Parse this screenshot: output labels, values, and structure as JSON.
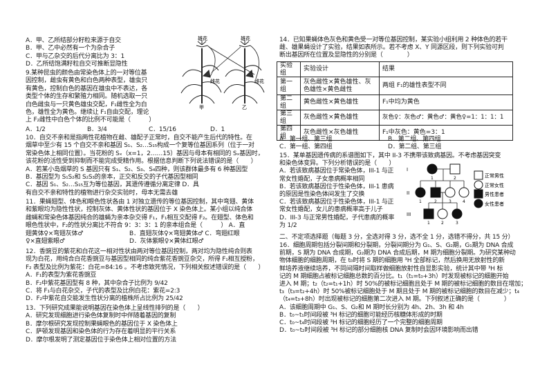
{
  "left": {
    "q8_options": {
      "lines": [
        "A．甲、乙所结部分籽粒来源于自交",
        "B．甲、乙中必然有一个为杂合子",
        "C．甲与乙杂交的后代分离比为 3：1",
        "D．乙所结饱满籽粒自交可推断显隐性"
      ]
    },
    "q9": {
      "lines": [
        "9.某种昆虫的颜色由常染色体上的一对等位基",
        "因控制，雌虫有黄色和白色两种表型，雄虫只",
        "有黄色，控制白色的基因在雄虫中不表达，各",
        "类型个体的生存和繁殖力相同。随机选取一只",
        "白色雌虫与一只黄色雄虫交配，F₁雌性全为白",
        "色，雄性全为黄色。继续让 F₁自由交配，理论",
        "上 F₂雌性中白色个体的比例不可能是（　　　）"
      ]
    },
    "q9_options": {
      "lines": [
        [
          "A．1/2",
          "B．3/4",
          "C．15/16",
          "D．1"
        ]
      ]
    },
    "figure": {
      "male_flower": "雄花",
      "female_flower": "雌花",
      "plant_a": "甲",
      "plant_b": "乙"
    },
    "q10": {
      "lines": [
        "10．自交不亲和是指两性花植物在雌、雄配子正常时，自交不能产生后代的特性。在",
        "烟草中至少有 15 个自交不亲和基因 S₁、S₂…S₁₅构成一个复等位基因系列（位于一对",
        "常染色体上相同位置）。当花粉的 Sₓ（x=1，2……15）基因与母本有相同的 Sₓ基因时，",
        "该花粉的活性受到抑制而不能完成受精作用。根据信息判断下列说法错误的是（　　）",
        "A．若某小岛烟草的 S 基因只有 S₁、S₂、S₃、S₄四种，则该群体最多有 6 种基因型",
        "B．基因型为 S₁S₂和 S₂S₃的亲本，正交和反交的子代基因型相同",
        "C．基因 S₁、S₂…S₁₅互为等位基因，其遗传遵循分离定律 D．具",
        "有自交不亲和特性的植物进行杂交实验时，母本无需去雄"
      ]
    },
    "q11": {
      "lines": [
        "11．果蝇翅型、体色和眼色性状各由 1 对独立遗传的等位基因控制，其中弯翅、黄体",
        "和紫眼均为隐性性状，控制灰体、黄体性状的基因位于 X 染色体上。某小组以纯合体",
        "雌蝇和常染色体基因纯合的雄蝇为亲本杂交得 F₁，F₁相互交配得 F₂。在翅型、体色和",
        "眼色性状中，F₂的性状分离比不符合 9：3：3：1 的亲本组合是（　　　） A．直",
        [
          "翅黄体♀×弯翅灰体♂",
          "B．直翅灰体♀×弯翅黄体♂ C．弯翅红眼"
        ],
        [
          "♀×直翅紫眼♂",
          "D．灰体紫眼♀×黄体红眼♂"
        ]
      ]
    },
    "q12": {
      "lines": [
        "12．香豌豆的紫花和白花这一相对性状由两对等位基因控制，两对均为隐性纯合则表",
        "现为白花，用纯合白花香豌豆与基因型相同的纯合紫花香豌豆杂交，所得 F₁相互授粉，",
        "F₂ 表型及比例为紫花：白花=84:16 。不考虑致死情况，下列相关叙述错误的是（　　）",
        "A．F₁的表型为紫花香豌豆",
        "B．F₂中紫花基因型有 8 种，其中杂合子比例为 9/42",
        "C．将 F₁与白花杂交，子代的表型及比例白花：紫花=2:3",
        "D．F₂中紫花自交能发生性状分离的植株所占比例为 25/42"
      ]
    },
    "q13": {
      "lines": [
        "13．下列研究成果能说明基因在染色体上呈线性排列的是（　　）",
        "A．研究发现细胞进行染色体复制时中伴随着基因的复制",
        "B．摩尔根研究发现控制果蝇眼色的基因位于 X 染色体上",
        "C．萨顿发现基因和染色体的行为存在着明显的平行关系",
        "D．摩尔根发明了测定基因位于染色体上相对位置的方法"
      ]
    }
  },
  "right": {
    "q14": {
      "lines": [
        "14．已知果蝇体色灰色和黄色受一对等位基因控制，某实验小组利用 2 种体色的若干",
        "雌、雄果蝇设计了实验，结果如表所示。若不考虑 X、Y 同源区段，则下列实验可判",
        "断出基因所在位置及显隐性的分别是（　　　　）"
      ]
    },
    "table": {
      "headers": [
        "实验组",
        "实验设计",
        "结果"
      ],
      "rows": [
        [
          "第一组",
          "灰色雌性×黄色雄性、灰色雄性×黄色雌性",
          "两组 F₁的雄性表型不同"
        ],
        [
          "第二组",
          "黄色雌性×黄色雄性",
          "F₁中均为黄色"
        ],
        [
          "第三组",
          "灰色雌性×黄色雄性",
          "灰色♀：灰色♂：黄色♂：黄色♀=1：1：1：1"
        ],
        [
          "第四组",
          "灰色雌性×灰色雄性",
          "F₁中灰色：黄色=3：1"
        ]
      ]
    },
    "q14_options": {
      "lines": [
        [
          "A．第一组、第三组",
          "B．第二组、第四组"
        ],
        [
          "C．第一组、第四组",
          "D．第二组、第三组"
        ]
      ]
    },
    "q15": {
      "lines": [
        "15．某单基因遗传病的系谱图如下，其中 II-3 不携带该致病基因。不考虑基因突变",
        "和染色体变异。下列分析错误的是（　　）",
        "A．若该致病基因位于常染色体，III-1 与正",
        "常女性婚配，子女患病概率相同",
        "B．若该致病基因位于性染色体，III-1 患病",
        "的原因是性染色体间发生了交换",
        "C．若该致病基因位于性染色体，III-1 与正",
        "常女性婚配，女儿的患病概率高于儿子",
        "D．III-3 与正常男性婚配，子代患病的概率",
        "为 1/2"
      ]
    },
    "pedigree": {
      "generations": [
        "I",
        "II",
        "III"
      ],
      "individuals": [
        {
          "gen": "I",
          "num": "1",
          "sex": "female",
          "affected": true
        },
        {
          "gen": "I",
          "num": "2",
          "sex": "male",
          "affected": false
        },
        {
          "gen": "II",
          "num": "1",
          "sex": "female",
          "affected": true
        },
        {
          "gen": "II",
          "num": "2",
          "sex": "male",
          "affected": true
        },
        {
          "gen": "II",
          "num": "3",
          "sex": "female",
          "affected": false
        },
        {
          "gen": "II",
          "num": "4",
          "sex": "female",
          "affected": false
        },
        {
          "gen": "III",
          "num": "1",
          "sex": "male",
          "affected": true
        },
        {
          "gen": "III",
          "num": "2",
          "sex": "female",
          "affected": false
        },
        {
          "gen": "III",
          "num": "3",
          "sex": "female",
          "affected": true
        }
      ],
      "legend": [
        "正常男性",
        "正常女性",
        "男性患者",
        "女性患者"
      ]
    },
    "section2": {
      "lines": [
        "二、不定项选择题（每题 3 分，全选对得 3 分，选不全 1 分，选错不得分，共 15 分）"
      ]
    },
    "q16": {
      "lines": [
        "16．细胞周期包括分裂间期和分裂期，分裂间期分为 G₁、S、G₂期，G₁期为 DNA 合成",
        "前期，S 期为 DNA 合成期，G₂期为 DNA 合成后期，M 期为细胞分裂期。为研究某种动",
        "物体细胞的细胞周期，在 t₀时将 S 期的细胞用 ³H 全部标记，然后换用无放射性的新",
        "鲜培养液继续培养，不同间隔时间取样做细胞放射性自显影实验，统计其中带 ³H 标",
        "记的 M 期细胞占被标记细胞总数的百分比。t₁（t₁=t₀+3h）时发现被标记的细胞开始",
        "进入 M 期；t₂（t₂=t₁+1h）时 50%的被标记细胞且处于 M 期的被标记细胞的数目在增加；",
        "t₃（t₃=t₂+4h）时 50%被标记细胞处于 M 期且处于 M 期的被标记细胞的数目在减少；t₄",
        "（t₄=t₃+8h）时出现被标记的细胞第二次进入 M 期。下列叙述正确的是（　　　　）",
        "A．该细胞周期中 G₁、S、G₂和 M 期时长分别为 4h、2h、3h 和 4h",
        "B．t₀~t₁时间段被 ³H 标记的细胞可能经历核糖体形成的时期",
        "C．t₀~t₄时间段被 ³H 标记的细胞经历了一个完整的细胞周期",
        "D．t₀~t₂时间段被 ³H 标记的部分细胞核 DNA 复制时会因环境影响而出错"
      ]
    }
  }
}
